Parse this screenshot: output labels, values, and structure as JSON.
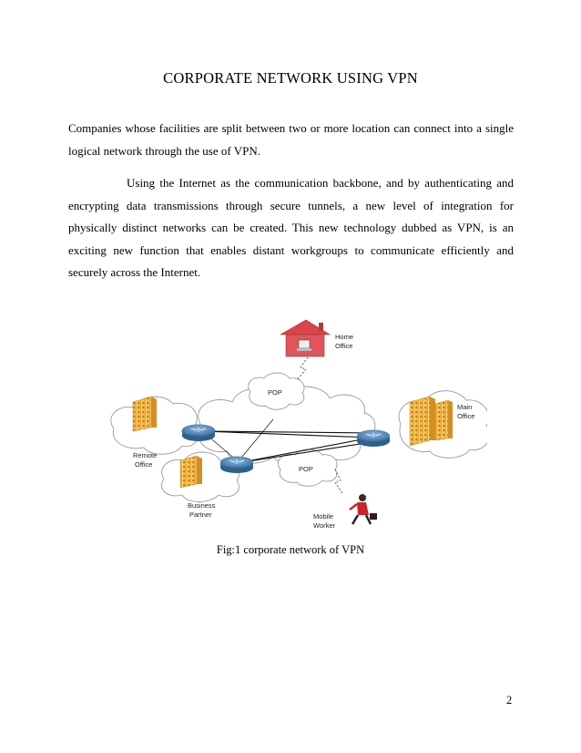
{
  "document": {
    "title": "CORPORATE NETWORK USING VPN",
    "paragraphs": [
      "Companies whose facilities are split between two or more location can connect into a single logical network through the use of VPN.",
      "Using the Internet as the communication backbone, and by authenticating and encrypting data transmissions through secure tunnels, a new level of integration for physically distinct networks can be created. This new technology dubbed as VPN, is an exciting new function that enables distant workgroups to communicate efficiently and securely across the Internet."
    ],
    "figure": {
      "labels": {
        "home_office": [
          "Home",
          "Office"
        ],
        "main_office": [
          "Main",
          "Office"
        ],
        "remote_office": [
          "Remote",
          "Office"
        ],
        "business_partner": [
          "Business",
          "Partner"
        ],
        "mobile_worker": [
          "Mobile",
          "Worker"
        ],
        "pop_top": "POP",
        "pop_bottom": "POP"
      }
    },
    "caption": "Fig:1 corporate network of VPN",
    "page_number": "2"
  },
  "colors": {
    "house_red": "#d9454a",
    "building_yellow": "#f7c04a",
    "router_blue": "#4a83b5",
    "cloud_stroke": "#9a9a9a",
    "worker_red": "#c8242d"
  }
}
